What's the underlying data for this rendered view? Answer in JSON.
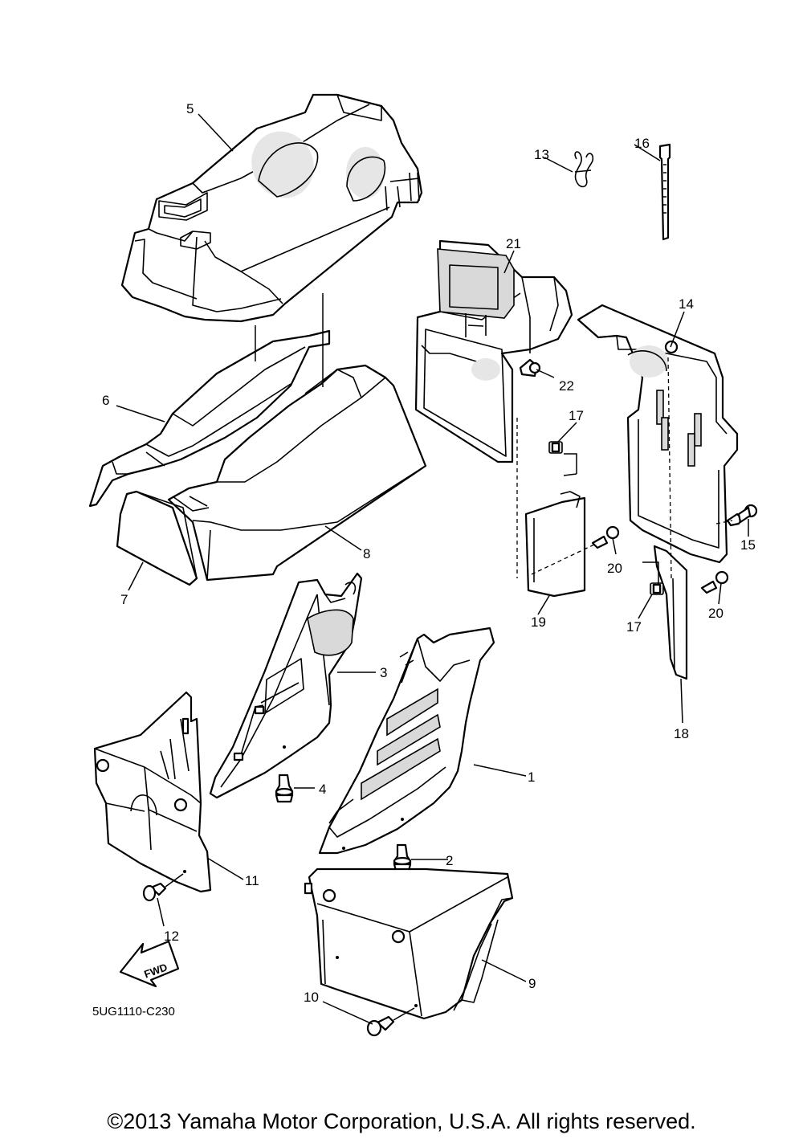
{
  "diagram_code": "5UG1110-C230",
  "fwd_label": "FWD",
  "copyright": "©2013 Yamaha Motor Corporation, U.S.A. All rights reserved.",
  "callouts": {
    "c1": "1",
    "c2": "2",
    "c3": "3",
    "c4": "4",
    "c5": "5",
    "c6": "6",
    "c7": "7",
    "c8": "8",
    "c9": "9",
    "c10": "10",
    "c11": "11",
    "c12": "12",
    "c13": "13",
    "c14": "14",
    "c15": "15",
    "c16": "16",
    "c17a": "17",
    "c17b": "17",
    "c18": "18",
    "c19": "19",
    "c20a": "20",
    "c20b": "20",
    "c21": "21",
    "c22": "22"
  }
}
